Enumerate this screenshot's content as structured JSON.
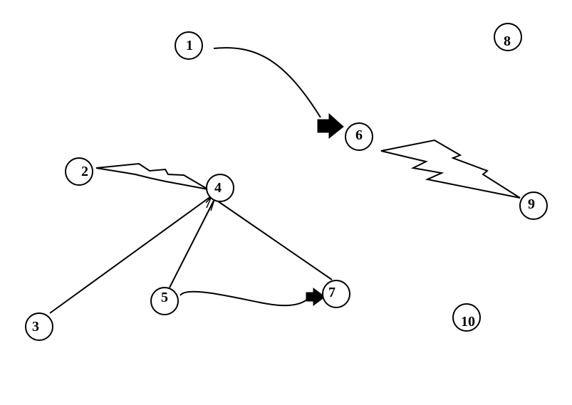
{
  "nodes": [
    {
      "id": "1",
      "label": "1"
    },
    {
      "id": "2",
      "label": "2"
    },
    {
      "id": "3",
      "label": "3"
    },
    {
      "id": "4",
      "label": "4"
    },
    {
      "id": "5",
      "label": "5"
    },
    {
      "id": "6",
      "label": "6"
    },
    {
      "id": "7",
      "label": "7"
    },
    {
      "id": "8",
      "label": "8"
    },
    {
      "id": "9",
      "label": "9"
    },
    {
      "id": "10",
      "label": "10"
    }
  ],
  "edges": [
    {
      "from": "1",
      "to": "6",
      "style": "curved",
      "head": "block-arrow"
    },
    {
      "from": "2",
      "to": "4",
      "style": "lightning",
      "head": "none"
    },
    {
      "from": "3",
      "to": "4",
      "style": "straight",
      "head": "open-arrow"
    },
    {
      "from": "5",
      "to": "4",
      "style": "straight",
      "head": "open-arrow"
    },
    {
      "from": "7",
      "to": "4",
      "style": "straight",
      "head": "open-arrow"
    },
    {
      "from": "5",
      "to": "7",
      "style": "curved",
      "head": "block-arrow"
    },
    {
      "from": "9",
      "to": "6",
      "style": "lightning",
      "head": "none"
    }
  ],
  "colors": {
    "stroke": "#000000",
    "background": "#ffffff"
  }
}
